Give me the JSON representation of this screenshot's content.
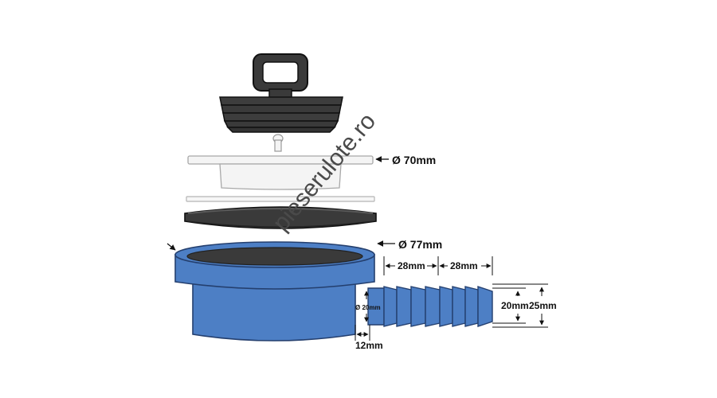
{
  "watermark": "pieserulote.ro",
  "labels": {
    "cover_diameter": "Ø 70mm",
    "body_diameter": "Ø 77mm",
    "barb_length_1": "28mm",
    "barb_length_2": "28mm",
    "pipe_inner_diameter": "Ø 20mm",
    "barb_min_diameter": "20mm",
    "barb_max_diameter": "25mm",
    "pipe_offset": "12mm"
  },
  "colors": {
    "body_blue": "#4d7fc5",
    "body_edge": "#243f6e",
    "rubber": "#3a3a3a",
    "rubber_edge": "#111111",
    "cover": "#f2f2f2",
    "cover_edge": "#a8a8a8"
  }
}
